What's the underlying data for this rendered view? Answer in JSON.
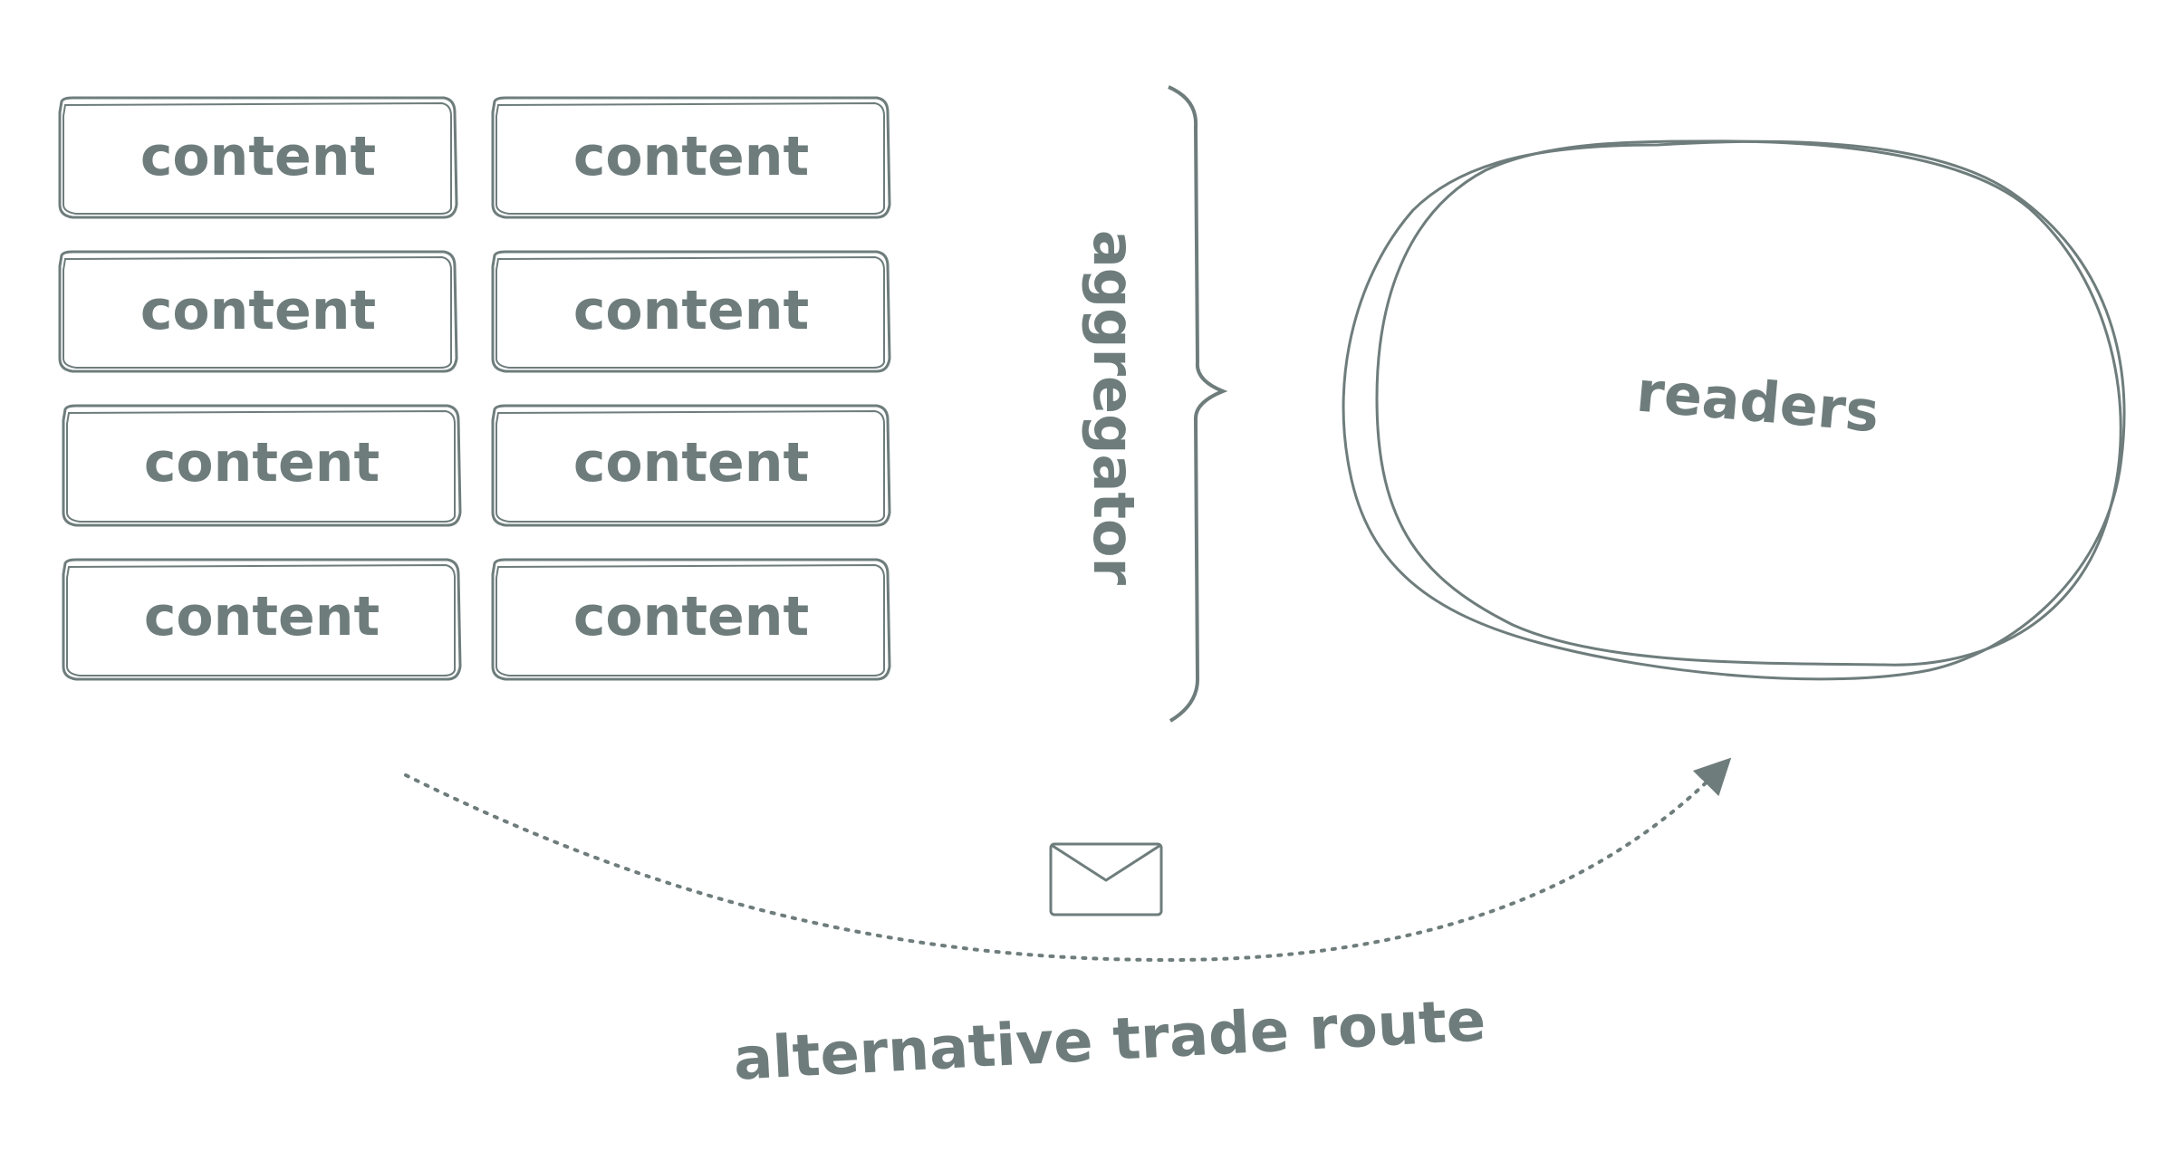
{
  "diagram": {
    "content_boxes": [
      {
        "label": "content"
      },
      {
        "label": "content"
      },
      {
        "label": "content"
      },
      {
        "label": "content"
      },
      {
        "label": "content"
      },
      {
        "label": "content"
      },
      {
        "label": "content"
      },
      {
        "label": "content"
      }
    ],
    "aggregator_label": "aggregator",
    "readers_label": "readers",
    "route_label": "alternative trade route",
    "envelope_icon": "envelope-icon",
    "colors": {
      "stroke": "#6e7d7c",
      "background": "#ffffff"
    }
  }
}
